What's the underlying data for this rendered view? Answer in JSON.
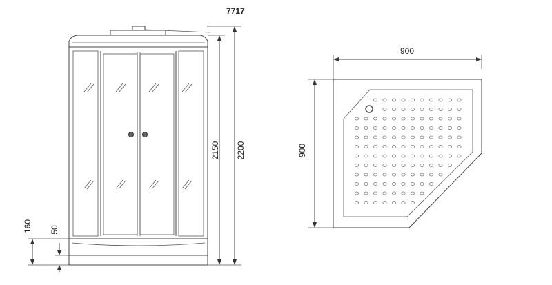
{
  "model_label": "7717",
  "cabin_view": {
    "height_total": "2200",
    "height_cabin": "2150",
    "height_tray": "160",
    "height_base": "50"
  },
  "tray_view": {
    "width": "900",
    "depth": "900"
  },
  "drain_hole_count": 1
}
